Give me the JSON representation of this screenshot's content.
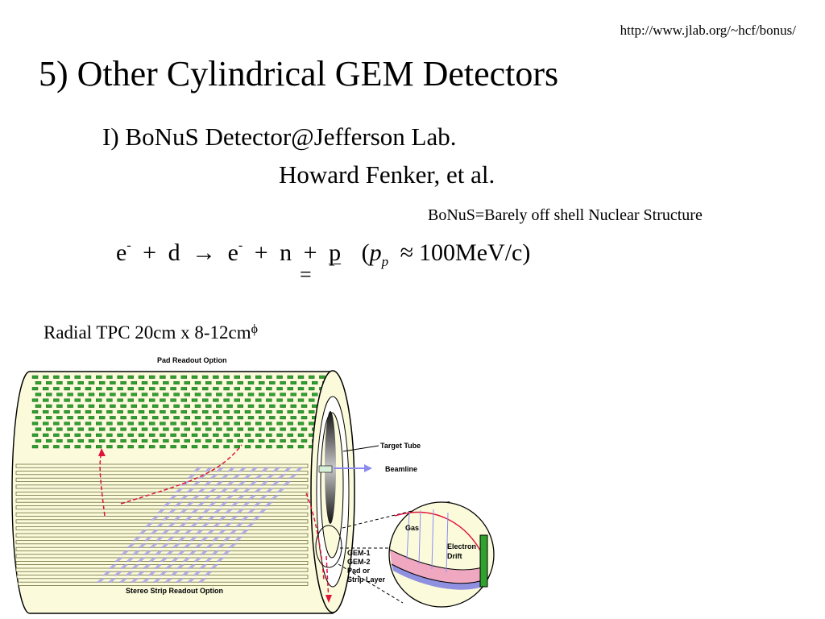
{
  "header": {
    "url": "http://www.jlab.org/~hcf/bonus/"
  },
  "slide": {
    "title": "5) Other Cylindrical GEM Detectors",
    "subtitle_line1": "I) BoNuS Detector@Jefferson Lab.",
    "subtitle_line2": "Howard Fenker, et al.",
    "acronym": "BoNuS=Barely off shell Nuclear Structure"
  },
  "equation": {
    "e1": "e",
    "e1_sup": "-",
    "plus1": "+",
    "d": "d",
    "arrow": "→",
    "e2": "e",
    "e2_sup": "-",
    "plus2": "+",
    "n": "n",
    "plus3": "+",
    "p": "p",
    "paren_open": "(",
    "p_sym": "p",
    "p_sub": "p",
    "approx": "≈",
    "value": "100MeV/c",
    "paren_close": ")",
    "under_mark": "="
  },
  "tpc_caption": {
    "text": "Radial TPC 20cm x 8-12cm",
    "phi": "ϕ"
  },
  "diagram": {
    "labels": {
      "pad_readout": "Pad Readout Option",
      "target_tube": "Target Tube",
      "beamline": "Beamline",
      "stereo_strip": "Stereo Strip Readout Option",
      "gas": "Gas",
      "electron": "Electron",
      "drift": "Drift",
      "gem1": "GEM-1",
      "gem2": "GEM-2",
      "pad_or": "Pad or",
      "strip_layer": "Strip Layer"
    }
  },
  "colors": {
    "cylinder_fill": "#fbfbdc",
    "pad_green": "#2ea12e",
    "strip_lavender": "#b9b2ea",
    "track_red": "#e0143c",
    "arrow_blue": "#8c8cf0",
    "gem_band_pink": "#f0a8c0",
    "gem_band_blue": "#9090e0"
  }
}
